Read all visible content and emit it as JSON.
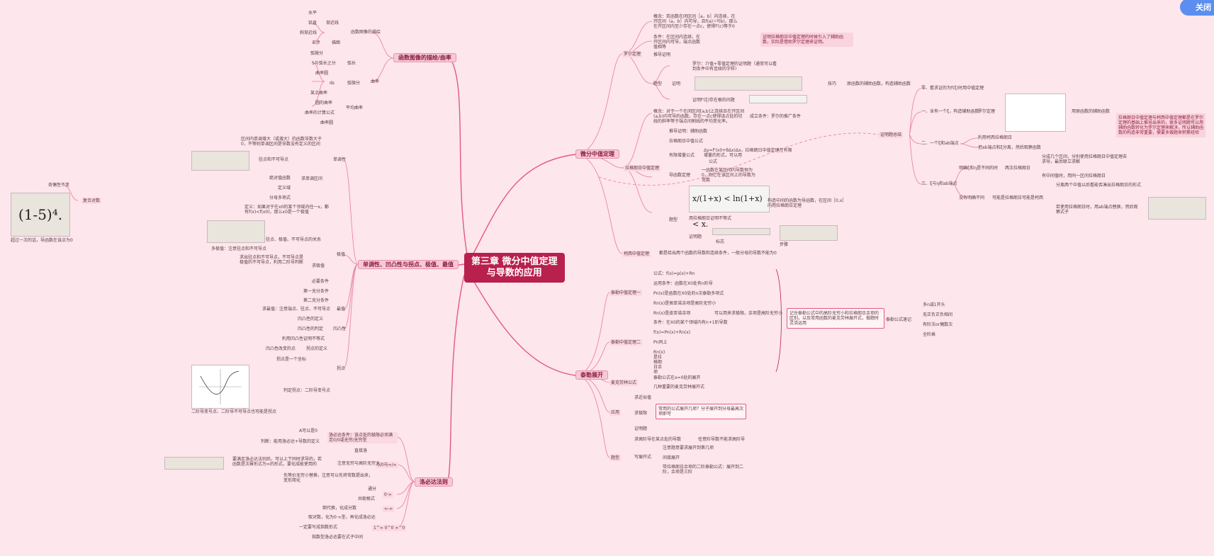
{
  "central": {
    "line1": "第三章 微分中值定理",
    "line2": "与导数的应用"
  },
  "branches": {
    "mvt": "微分中值定理",
    "taylor": "泰勒展开",
    "lhopital": "洛必达法则",
    "mono": "单调性、凹凸性与拐点、极值、最值",
    "curve": "函数图像的描绘/曲率"
  },
  "right_top": {
    "rolle": "罗尔定理",
    "rolle_def": "概念：若函数在闭区间［a，b］内连续，在开区间（a，b）内可导，且f(a)＝f(b)，那么在开区间内至少存在一点c，使得f'(c)等于0",
    "rolle_cond": "条件：在区间内连续，在开区间内可导，端点函数值相等",
    "note_red": "证明拉格朗日中值定理的时候引入了辅助函数，实际是借助罗尔定理来证明。",
    "rolle_proof": "推导证明",
    "topic": "题型",
    "prove": "证明",
    "topic_1": "罗尔：介值+零值定理的证明题（通常可以看到条件中有连续的字样）",
    "topic_2": "证明f'(ξ)存在根的问题",
    "tech": "技巧",
    "tech_text": "原函数的辅助函数，构造辅助函数",
    "lagrange": "拉格朗日中值定理",
    "lag_def": "概念：对于一个在闭区间[a,b]上连续且在开区间(a,b)内可导的函数，存在一点c使得该点处的切线的斜率等于端点间割线的平均变化率。",
    "lag_form": "成立条件：罗尔的推广条件",
    "lag_geo": "推导证明：辅助函数",
    "lag_formula": "拉格朗日中值公式",
    "lag_limit": "有限增量公式",
    "lag_limit_note": "Δy=f'(x0+θΔx)Δx，拉格朗日中值定理在有限增量的形式，可以用",
    "lag_limit_note2": "公式",
    "lag_deriv": "导函数定理",
    "lag_deriv_note": "一函数在某区间内导数恒为0，则它在该区间上的导数为常数",
    "lag_topic": "题型",
    "lag_ineq": "用拉格朗日证明不等式",
    "lag_ineq_note": "构造中间的函数为导函数，在区间［0,x］内用拉格朗日定理",
    "lag_proof": "证明题",
    "lag_mark": "标志",
    "lag_step": "步骤",
    "cauchy": "柯西中值定理",
    "cauchy_def": "都是给出两个函数的导数和连续条件，一般分母的导数不能为0",
    "cauchy_node": "证明题总结",
    "c1": "零、看求证的为f(ξ)时用中值定理",
    "c2": "一、含有一个ξ，构造辅助函数",
    "c2_sub": "罗尔定理",
    "c2_sub2": "用原函数的辅助函数",
    "c3": "二、一个ξ和ab端点",
    "c3_a": "利用柯西拉格朗日",
    "c3_b": "把ab端点和ξ分离，然后观察函数",
    "c4": "三、ξ与η和ab端点",
    "c4_a": "明确ξ和η是不同的时",
    "c4_a1": "两次拉格朗日",
    "c4_a2": "分成几个区间，分别使用拉格朗日中值定理去求导，最后联立求解",
    "c4_a3": "有中间值时，用同一区间拉格朗日",
    "c4_b": "没有明确不同",
    "c4_b1": "可能是拉格朗日可能是柯西",
    "c4_b2": "分离两个中值以后看能否凑出拉格朗日的形式",
    "c4_b3": "若使用拉格朗日时，用ab端点替换，然后观察式子",
    "note_right": "拉格朗日中值定理与柯西中值定理都是在罗尔定理的基础上推导出来的，很多证明题可以用辅助函数转化为罗尔定理来解决，所以辅助函数的构造非常重要，需要多做题来积累经验"
  },
  "taylor": {
    "t1": "泰勒中值定理一",
    "t1_a": "公式：f(x)=p(x)+Rn",
    "t1_b": "运用条件：函数在X0处有n阶导",
    "t1_c": "Pn(x)是函数在X0处的n次泰勒多项式",
    "t1_d": "Rn(x)是佩亚诺余项是高阶无穷小",
    "t1_e": "Rn(x)是皮亚诺余项",
    "t1_e2": "可以用来求极限，余项是高阶无穷小",
    "t2": "泰勒中值定理二",
    "t2_a": "条件：在X0的某个领域内有n+1阶导数",
    "t2_b": "f(x)=Pn(x)+Rn(x)",
    "t2_c": "Pn同上",
    "t2_d": "Rn(x)是拉格朗日余项",
    "mac": "麦克劳林公式",
    "mac_a": "泰勒公式在x=0处的展开",
    "mac_b": "几种重要的麦克劳林展开式",
    "app": "应用",
    "app_a": "求近似值",
    "app_b": "求极限",
    "app_b_note": "常用的公式展开几项？分子展开到分母最高次项即可",
    "app_c": "证明题",
    "app_d": "求高阶导在某点处的导数",
    "app_d_note": "任意阶导数不能求高阶导",
    "topic": "题型",
    "topic_a": "写展开式",
    "topic_a1": "注意题意要求展开到第几项",
    "topic_a2": "间接展开",
    "topic_a3": "带拉格朗日余项的二阶泰勒公式：展开到二阶，余项是三阶",
    "memo": "记住泰勒公式中的高阶无穷小和拉格朗日余项的区别，以及常用函数的麦克劳林展开式，做题时灵活运用",
    "memo_node": "泰勒公式速记",
    "m1": "多n减1开头",
    "m2": "无正负正负相间",
    "m3": "有阶次or偶数次",
    "m4": "全阶乘"
  },
  "lhop": {
    "l1": "洛必达条件：该点处的极限必须满足0/0或无穷/无穷型",
    "l1_a": "A可以是0",
    "l1_b": "判断：能用洛必达+导数的定义",
    "l2": "0/0与∞/∞",
    "l2_a": "直接洛",
    "l2_b": "注意无穷与高阶无穷大",
    "l2_c": "要满足洛必达法则后，可以上下同时求导的，若函数是次幂形式为∞的形式，要化成能使用的",
    "l2_d": "先等价无穷小替换，注意可以先将常数提出来，变形简化",
    "l3": "0·∞",
    "l3_a": "通分",
    "l3_b": "共轭根式",
    "l4": "∞-∞",
    "l4_a": "倒代换，化成分数",
    "l5": "1^∞ 0^0 ∞^0",
    "l5_a": "取对数，化为0·∞型，再化成洛必达",
    "l5_b": "一定要写成指数形式",
    "l5_c": "指数型洛必达要在式子中间"
  },
  "mono": {
    "m_mono": "单调性",
    "m_mono_def": "区间内单调增大（或增大）的函数导数大于0，不等则单调区间是导数没有定义的区间",
    "m_mono_a": "驻点和不可导点",
    "m_mono_b": "求单调区间",
    "m_mono_b1": "绝对值函数",
    "m_mono_b2": "定义域",
    "m_mono_b3": "分母多项式",
    "m_ext": "极值",
    "m_ext_def": "定义：如果对于在x0的某个邻域内任一x，都有f(x)<f(x0)，那么x0是一个极值",
    "m_ext_a": "驻点、极值、不可导点的关系",
    "m_ext_a_note": "多极值：注意驻点和不可导点",
    "m_ext_b": "求极值",
    "m_ext_b_note": "求出驻点和不可导点，不可导点是极值的不可导点，利用二阶导判断",
    "m_ext_c": "必要条件",
    "m_ext_d": "第一充分条件",
    "m_ext_e": "第二充分条件",
    "m_max": "最值",
    "m_max_note": "求最值：注意端点、驻点、不可导点",
    "m_con": "凹凸性",
    "m_con_a": "凹凸性的定义",
    "m_con_b": "凹凸性的判定",
    "m_con_c": "利用凹凸性证明不等式",
    "m_inf": "拐点",
    "m_inf_a": "拐点的定义",
    "m_inf_a_note": "凹凸性改变的点",
    "m_inf_b": "拐点是一个坐标",
    "m_inf_c": "判定拐点：二阶导变号点",
    "m_inf_c_note": "二阶导变号点、二阶导不可导点也可能是拐点",
    "left_far_a": "奇偶性不变",
    "left_far_b": "复合对数",
    "left_far_note": "超过一次的话，导函数在该点为0"
  },
  "curve": {
    "c_asym": "函数图像的描绘",
    "c_asym_a": "水平",
    "c_asym_b": "铅直",
    "c_asym_c": "斜渐近线",
    "c_asym_node": "渐近线",
    "c_steps": "五步",
    "c_steps2": "描图",
    "c_rad": "曲率",
    "c_rad_a": "弧长",
    "c_rad_a1": "弧微分",
    "c_rad_a2": "S与弧长之分",
    "c_rad_a3": "曲率圆",
    "c_rad_b": "ds",
    "c_rad_b2": "弧微分",
    "c_rad_c": "平均曲率",
    "c_rad_c1": "某点曲率",
    "c_rad_c2": "圆的曲率",
    "c_rad_c3": "曲率的计算公式",
    "c_rad_c4": "曲率圆"
  },
  "thumb_text": {
    "hw1": "(1-5)⁴.",
    "hw2": "x/(1+x) < ln(1+x) < x."
  },
  "badge": "关闭",
  "colors": {
    "line": "#e05a82",
    "dark": "#b8204d",
    "bg": "#fde6ec"
  }
}
